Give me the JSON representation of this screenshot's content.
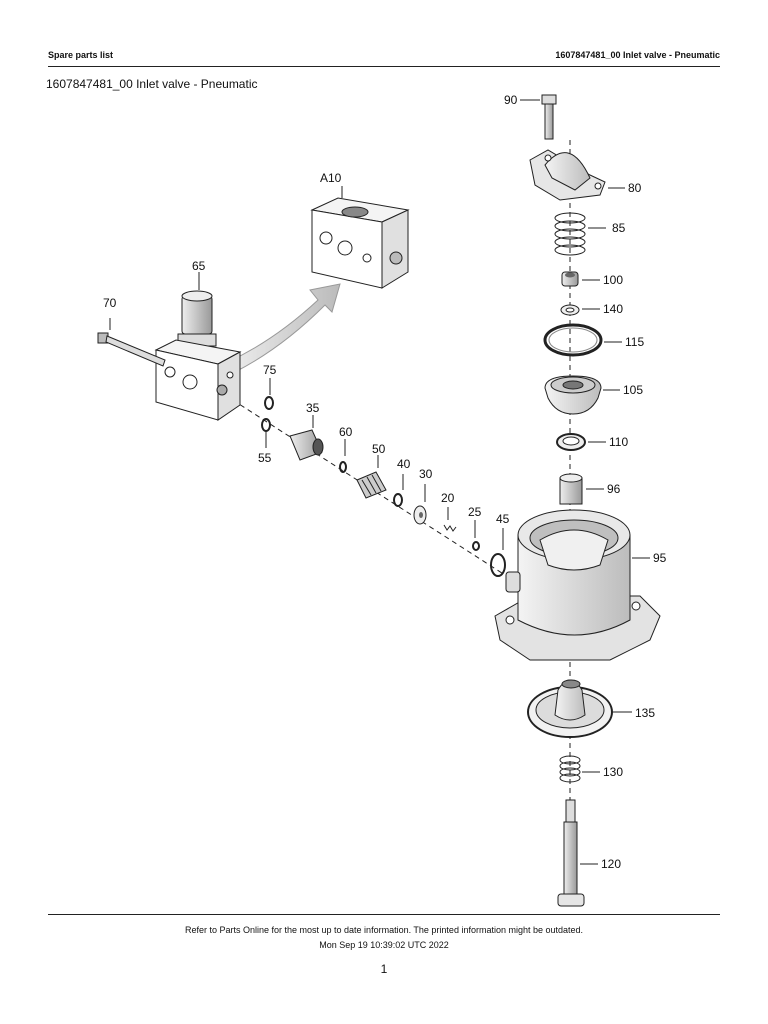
{
  "header": {
    "left": "Spare parts list",
    "right": "1607847481_00 Inlet valve - Pneumatic"
  },
  "title": "1607847481_00 Inlet valve - Pneumatic",
  "callouts": {
    "c90": "90",
    "c80": "80",
    "c85": "85",
    "c100": "100",
    "c140": "140",
    "c115": "115",
    "c105": "105",
    "c110": "110",
    "c96": "96",
    "c95": "95",
    "c135": "135",
    "c130": "130",
    "c120": "120",
    "cA10": "A10",
    "c65": "65",
    "c70": "70",
    "c75": "75",
    "c55": "55",
    "c35": "35",
    "c60": "60",
    "c50": "50",
    "c40": "40",
    "c30": "30",
    "c20": "20",
    "c25": "25",
    "c45": "45"
  },
  "footer": {
    "note": "Refer to Parts Online for the most up to date information. The printed information might be outdated.",
    "timestamp": "Mon Sep 19 10:39:02 UTC 2022",
    "page": "1"
  }
}
